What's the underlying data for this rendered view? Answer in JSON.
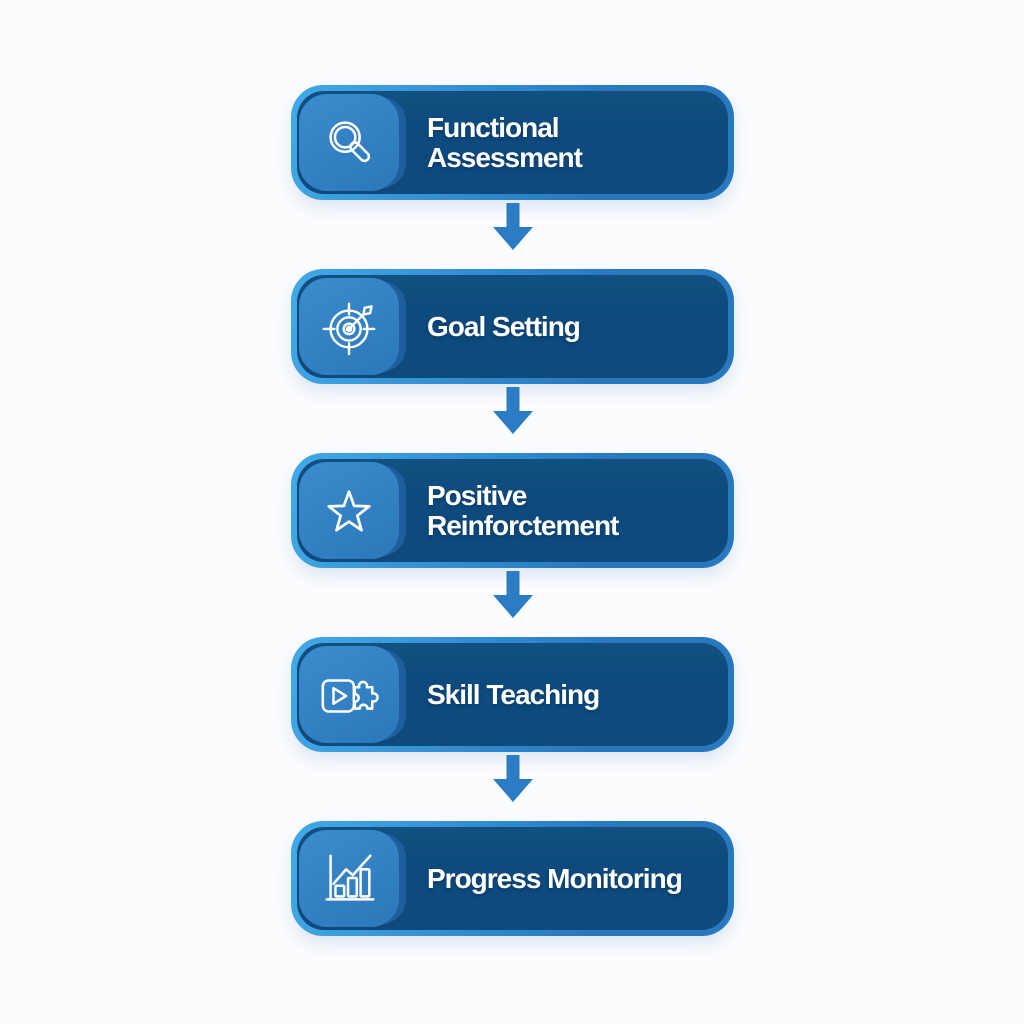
{
  "diagram": {
    "type": "flowchart",
    "direction": "top-to-bottom",
    "connector": "down-arrow",
    "steps": [
      {
        "id": "functional-assessment",
        "icon": "magnifier-icon",
        "lines": [
          "Functional",
          "Assessment"
        ]
      },
      {
        "id": "goal-setting",
        "icon": "target-arrow-icon",
        "lines": [
          "Goal Setting"
        ]
      },
      {
        "id": "positive-reinforcement",
        "icon": "star-icon",
        "lines": [
          "Positive",
          "Reinforctement"
        ]
      },
      {
        "id": "skill-teaching",
        "icon": "play-puzzle-icon",
        "lines": [
          "Skill Teaching"
        ]
      },
      {
        "id": "progress-monitoring",
        "icon": "bar-chart-icon",
        "lines": [
          "Progress Monitoring"
        ]
      }
    ],
    "colors": {
      "background": "#fbfcfe",
      "block_fill": "#0e4a7d",
      "block_border_light": "#42a9e8",
      "block_border_dark": "#2878be",
      "badge_fill_light": "#3c8ccd",
      "badge_fill_dark": "#2b77ba",
      "badge_layer": "#1e5f9b",
      "arrow": "#2b7cc2",
      "text": "#ffffff"
    }
  }
}
